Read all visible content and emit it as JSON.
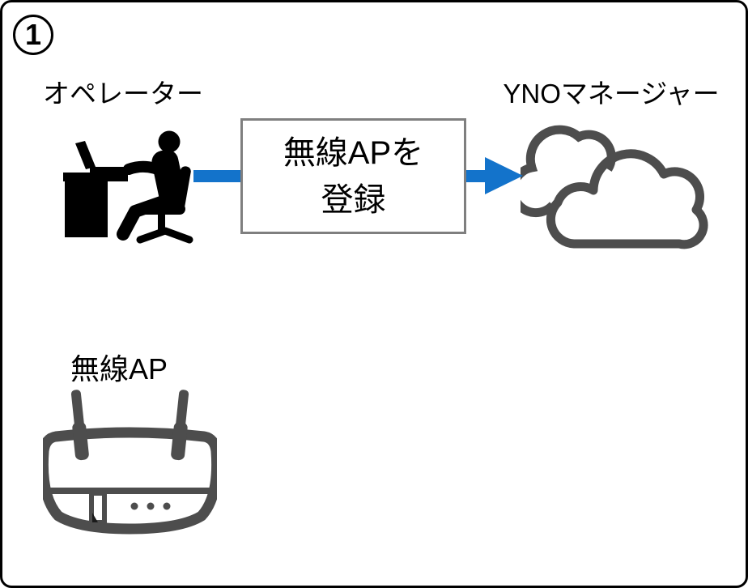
{
  "step_badge": {
    "number": "1"
  },
  "operator": {
    "label": "オペレーター"
  },
  "yno_manager": {
    "label": "YNOマネージャー"
  },
  "action_box": {
    "line1": "無線APを",
    "line2": "登録"
  },
  "wireless_ap": {
    "label": "無線AP"
  },
  "colors": {
    "arrow_blue": "#1373CB",
    "icon_gray": "#4D4D4D",
    "box_border_gray": "#7F7F7F",
    "frame_border": "#000000",
    "background": "#FFFFFF"
  }
}
